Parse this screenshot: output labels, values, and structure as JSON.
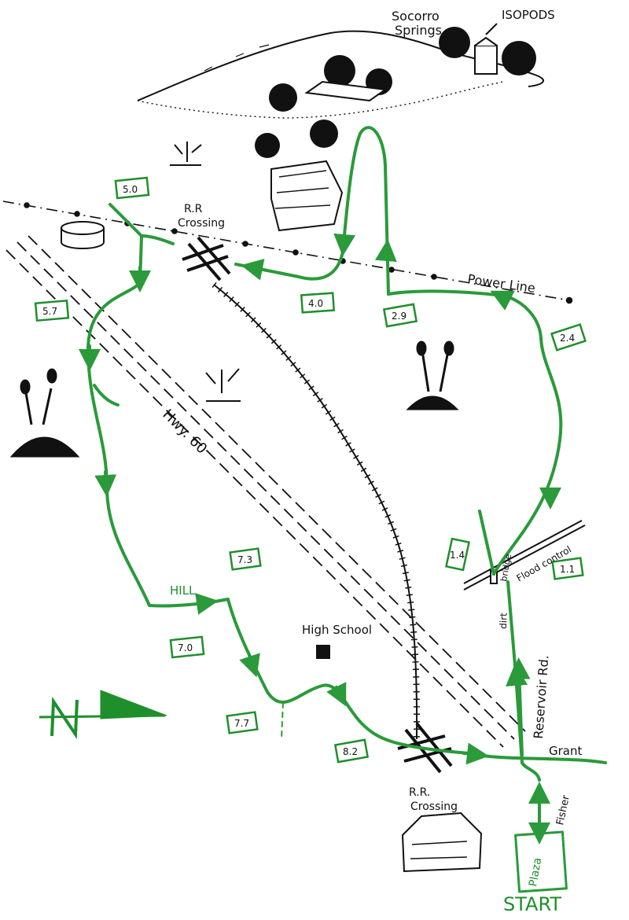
{
  "map": {
    "colors": {
      "route": "#2a9a3a",
      "ink": "#111111",
      "paper": "#ffffff"
    },
    "places": {
      "socorro_springs_line1": "Socorro",
      "socorro_springs_line2": "Springs",
      "isopods": "ISOPODS",
      "power_line": "Power Line",
      "rr_crossing_north_line1": "R.R",
      "rr_crossing_north_line2": "Crossing",
      "rr_crossing_south_line1": "R.R.",
      "rr_crossing_south_line2": "Crossing",
      "highway": "Hwy. 60",
      "high_school": "High School",
      "flood_control": "Flood control",
      "bridge": "bridge",
      "dirt": "dirt",
      "reservoir_rd": "Reservoir Rd.",
      "grant": "Grant",
      "fisher": "Fisher",
      "plaza": "Plaza",
      "start": "START",
      "hill": "HILL"
    },
    "mile_markers": [
      "1.1",
      "1.4",
      "2.4",
      "2.9",
      "4.0",
      "5.0",
      "5.7",
      "7.0",
      "7.3",
      "7.7",
      "8.2"
    ],
    "icons": [
      "north-arrow-icon",
      "cactus-icon",
      "yucca-icon",
      "water-tank-icon",
      "tree-icon",
      "building-icon",
      "railroad-crossing-icon"
    ]
  }
}
